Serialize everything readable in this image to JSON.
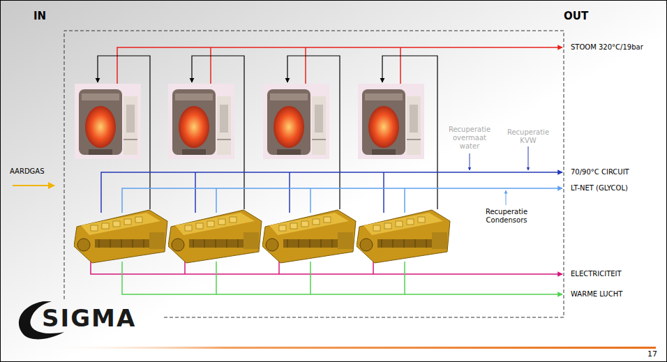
{
  "diagram": {
    "labels": [
      "IN",
      "OUT",
      "STOOM 320°C/19bar",
      "Recuperatie overmaat water",
      "Recuperatie KVW",
      "AARDGAS",
      "70/90°C CIRCUIT",
      "LT-NET (GLYCOL)",
      "Recuperatie Condensors",
      "ELECTRICITEIT",
      "WARME LUCHT",
      "SIGMA",
      "17"
    ]
  }
}
